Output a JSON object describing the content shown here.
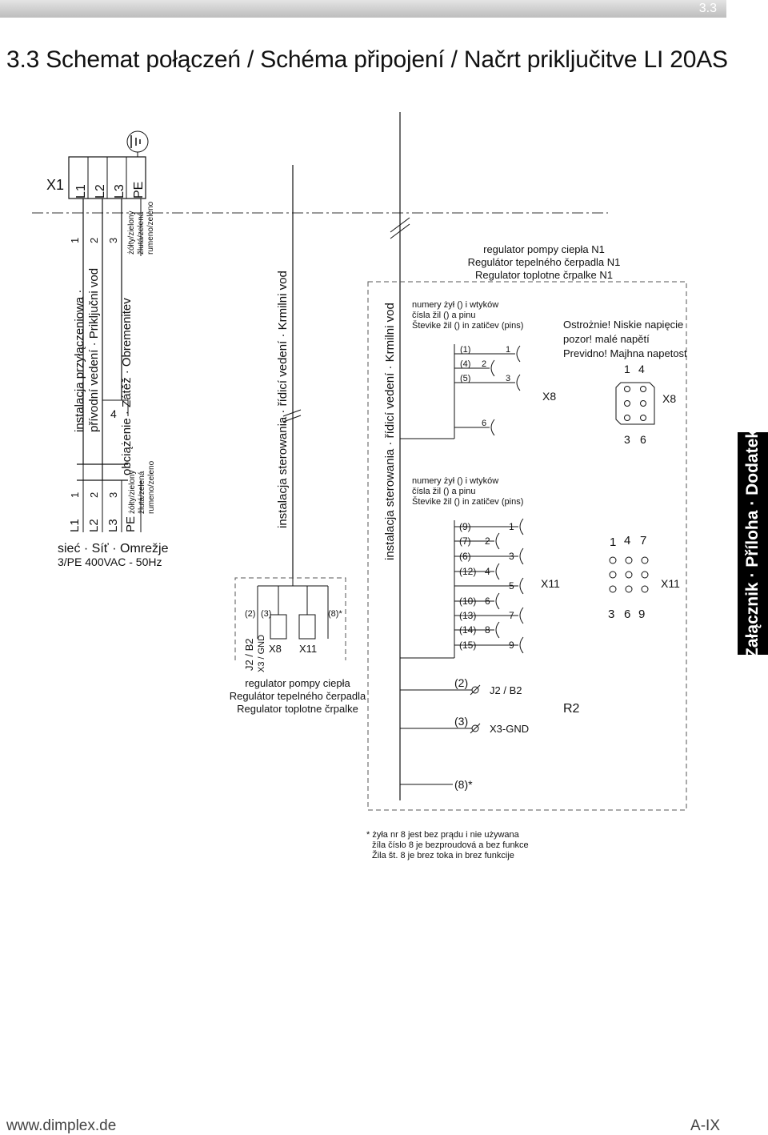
{
  "page": {
    "number_tab": "3.3",
    "title": "3.3    Schemat połączeń / Schéma připojení / Načrt priključitve LI 20AS",
    "side_tab": "Załącznik · Příloha · Dodatek",
    "footer_left": "www.dimplex.de",
    "footer_right": "A-IX"
  },
  "supply": {
    "terminal_block": "X1",
    "terminals": [
      "L1",
      "L2",
      "L3",
      "PE"
    ],
    "terminal_numbers": [
      "1",
      "2",
      "3"
    ],
    "pe_colors": [
      "żółty/zielony",
      "žlutá/zelená",
      "rumeno/zeleno"
    ],
    "install_label_1": "instalacja przyłączeniowa ·",
    "install_label_2": "přívodní vedení · Priključni vod",
    "load_label": "obciążenie · Zátěž · Obremenitev",
    "load_number": "4",
    "mains_labels": [
      "L1",
      "L2",
      "L3",
      "PE"
    ],
    "mains_numbers": [
      "1",
      "2",
      "3"
    ],
    "mains_pe_colors": [
      "żółty/zielony",
      "žlutá/zelená",
      "rumeno/zeleno"
    ],
    "network_label": "sieć · Síť · Omrežje",
    "network_spec": "3/PE 400VAC - 50Hz"
  },
  "control_cable": {
    "label_1": "instalacja sterowania · řídicí vedení · Krmilni vod",
    "label_2": "instalacja sterowania · řídicí vedení · Krmilni vod"
  },
  "left_unit": {
    "pins": [
      "(2)",
      "(3)",
      "(8)*"
    ],
    "left_labels": [
      "J2 / B2",
      "X3 / GND"
    ],
    "connectors": [
      "X8",
      "X11"
    ],
    "name_lines": [
      "regulator pompy ciepła",
      "Regulátor tepelného čerpadla",
      "Regulator toplotne črpalke"
    ]
  },
  "n1": {
    "name_lines": [
      "regulator pompy ciepła N1",
      "Regulátor tepelného čerpadla N1",
      "Regulator toplotne črpalke N1"
    ],
    "note_lines": [
      "numery żył () i wtyków",
      "čísla žil () a pinu",
      "Števike žil () in zatičev (pins)"
    ],
    "x8": {
      "label": "X8",
      "wire_ids": [
        "(1)",
        "(4)",
        "(5)"
      ],
      "pin_numbers": [
        "1",
        "2",
        "3",
        "6"
      ]
    },
    "x11": {
      "label": "X11",
      "wire_ids": [
        "(9)",
        "(7)",
        "(6)",
        "(12)",
        "(10)",
        "(13)",
        "(14)",
        "(15)"
      ],
      "pin_numbers": [
        "1",
        "2",
        "3",
        "4",
        "5",
        "6",
        "7",
        "8",
        "9"
      ]
    },
    "warning_lines": [
      "Ostrożnie! Niskie napięcie",
      "pozor! malé napětí",
      "Previdno! Majhna napetost"
    ],
    "x8_plug": {
      "label": "X8",
      "top_numbers": [
        "1",
        "4"
      ],
      "bottom_numbers": [
        "3",
        "6"
      ]
    },
    "x11_plug": {
      "label": "X11",
      "top_numbers": [
        "1",
        "4",
        "7"
      ],
      "bottom_numbers": [
        "3",
        "6",
        "9"
      ]
    },
    "bottom_wires": [
      "(2)",
      "(3)",
      "(8)*"
    ],
    "bottom_labels": [
      "J2 / B2",
      "X3-GND"
    ],
    "sensor": "R2"
  },
  "footnote_lines": [
    "* żyła nr 8 jest bez prądu i nie używana",
    "žíla číslo 8 je bezproudová a bez funkce",
    "Žila št. 8 je brez toka in brez funkcije"
  ]
}
